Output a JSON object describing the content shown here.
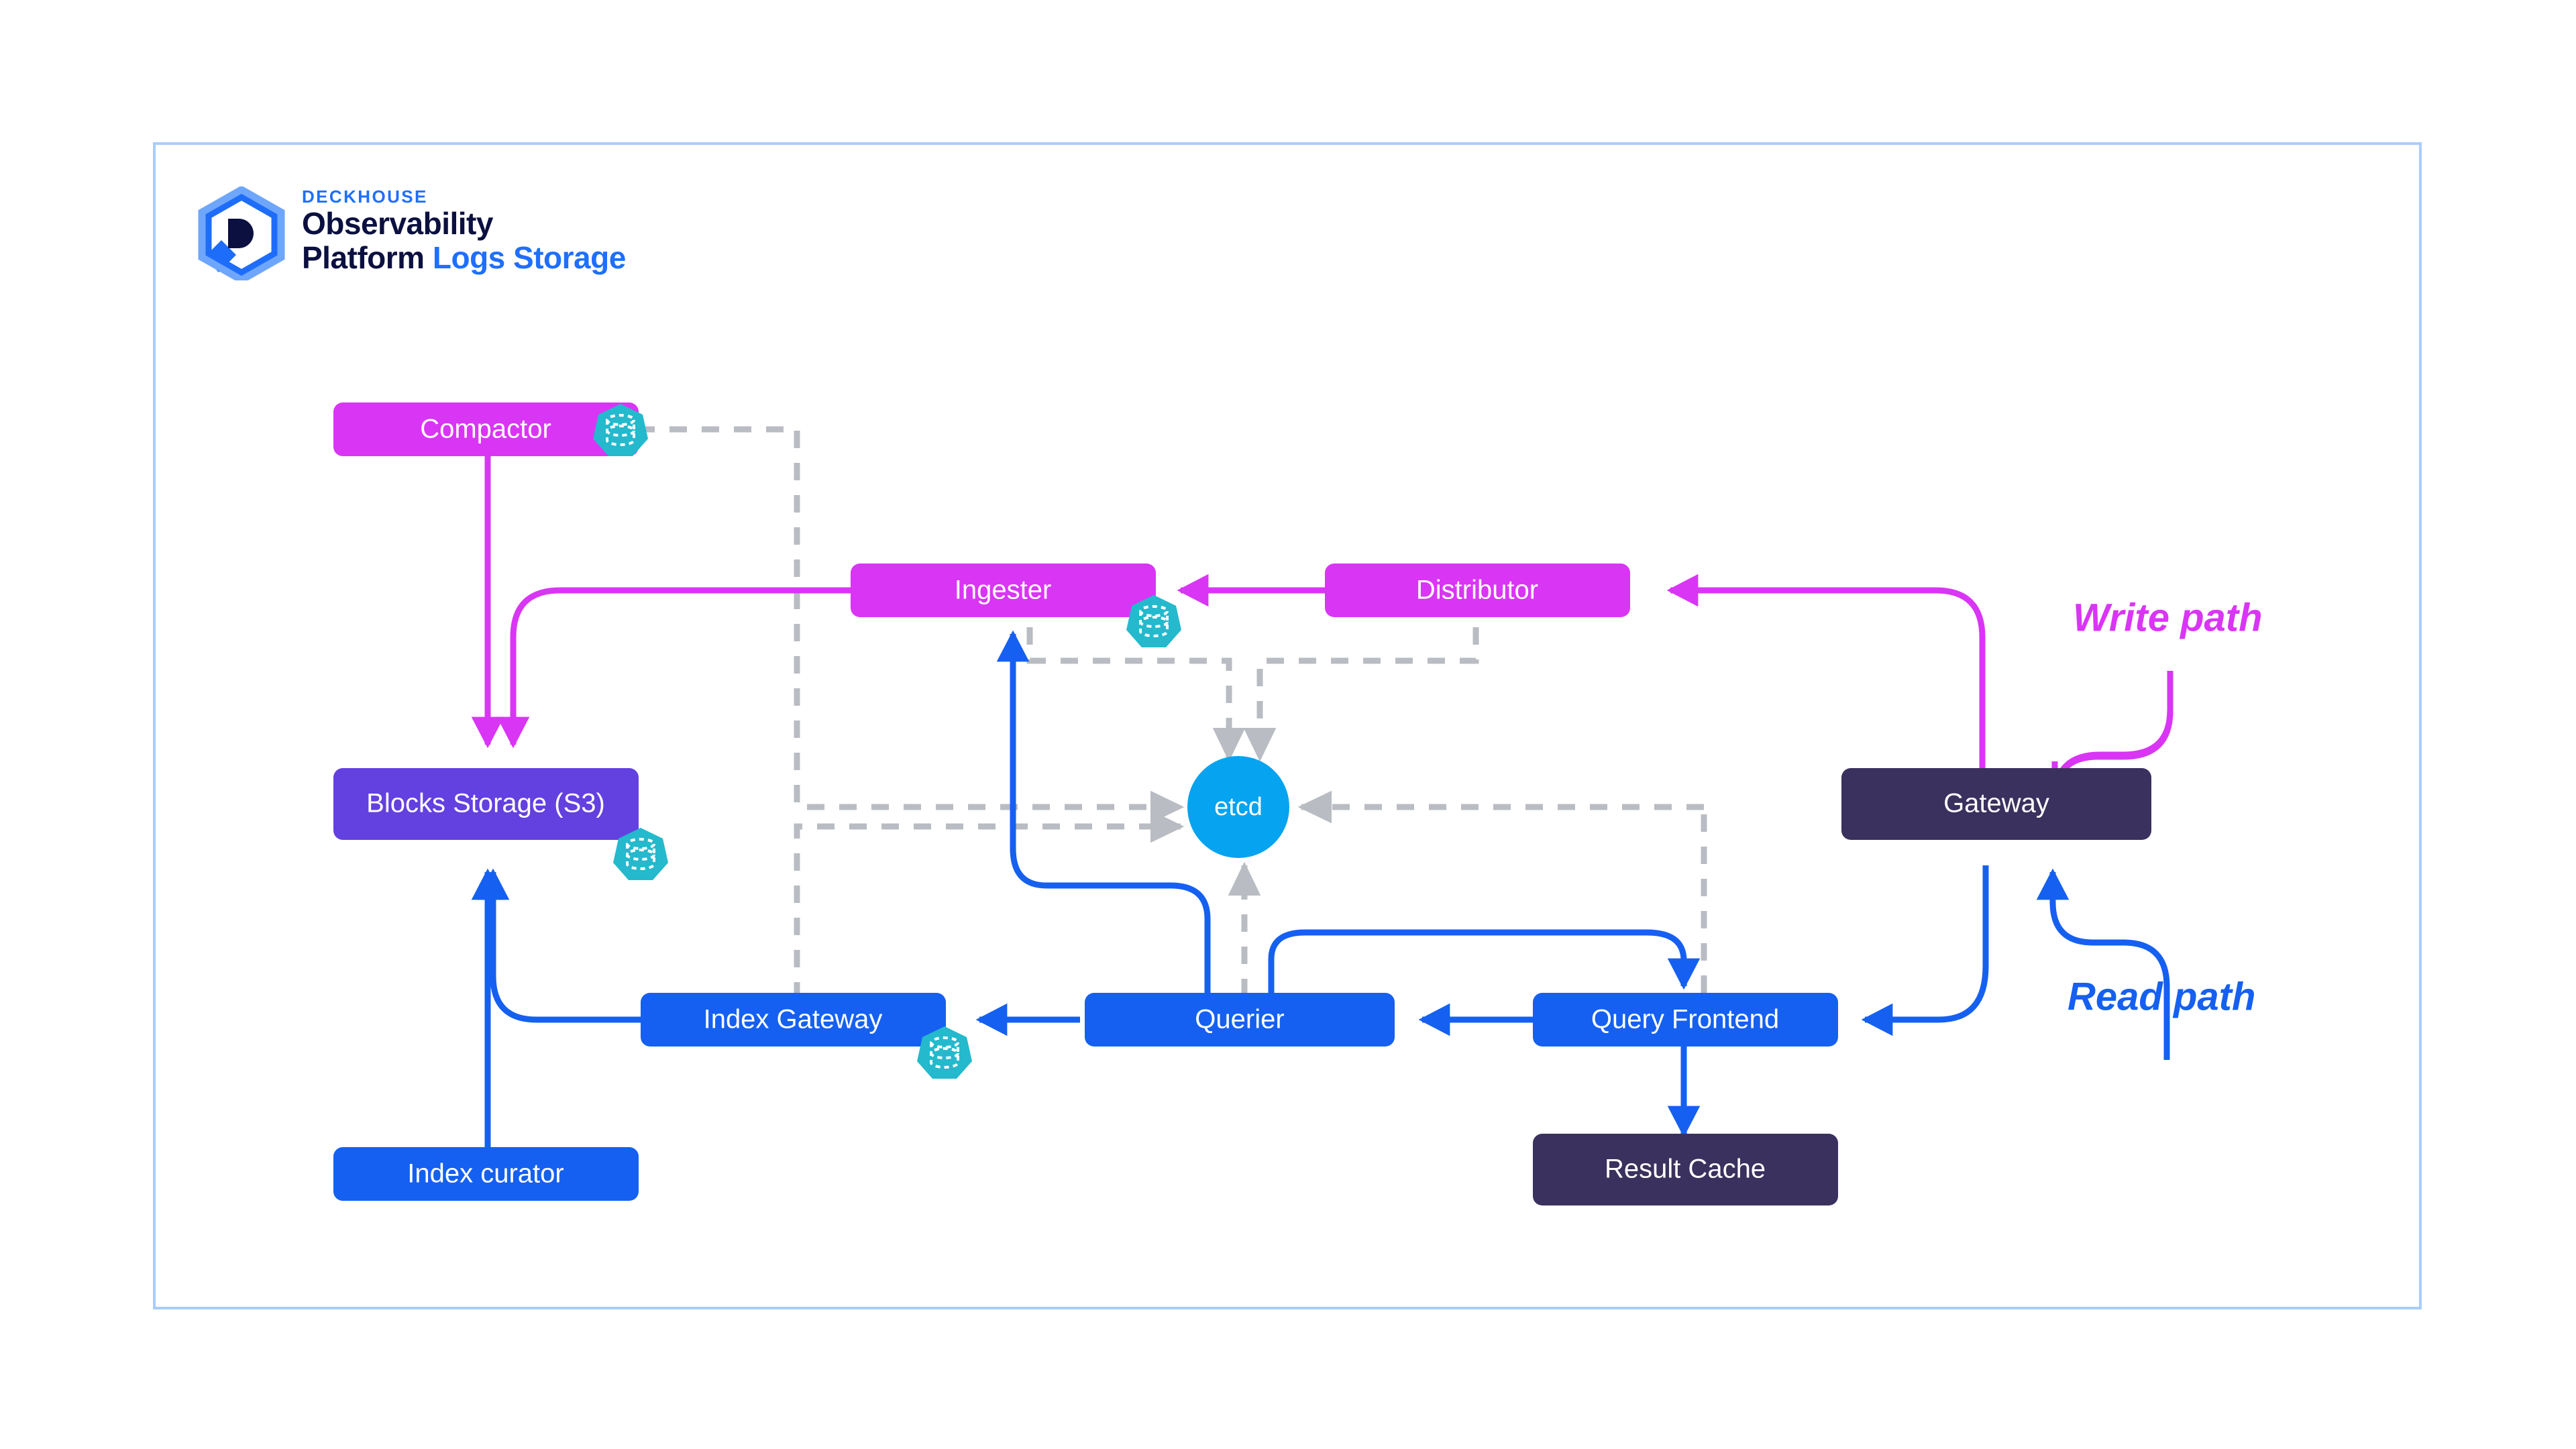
{
  "brand": {
    "kicker": "DECKHOUSE",
    "line1": "Observability",
    "line2_a": "Platform",
    "line2_b": "Logs Storage",
    "logo_icon": "deckhouse-hexagon-d-magnifier-logo",
    "accent_blue": "#1f6fff",
    "ink": "#0b1040"
  },
  "frame": {
    "border_color": "#a9cdfb"
  },
  "legend": [
    {
      "id": "write",
      "label": "Write path",
      "color": "#d935f5"
    },
    {
      "id": "read",
      "label": "Read path",
      "color": "#1560f0"
    }
  ],
  "nodes": [
    {
      "id": "compactor",
      "label": "Compactor",
      "color": "#d935f5",
      "badge": "k8s-statefulset-icon"
    },
    {
      "id": "ingester",
      "label": "Ingester",
      "color": "#d935f5",
      "badge": "k8s-statefulset-icon"
    },
    {
      "id": "distributor",
      "label": "Distributor",
      "color": "#d935f5",
      "badge": null
    },
    {
      "id": "gateway",
      "label": "Gateway",
      "color": "#3a315e",
      "badge": null
    },
    {
      "id": "blocks-storage",
      "label": "Blocks Storage (S3)",
      "color": "#6340e0",
      "badge": "k8s-statefulset-icon"
    },
    {
      "id": "etcd",
      "label": "etcd",
      "color": "#06a3f0",
      "badge": null
    },
    {
      "id": "index-gateway",
      "label": "Index Gateway",
      "color": "#1560f0",
      "badge": "k8s-statefulset-icon"
    },
    {
      "id": "querier",
      "label": "Querier",
      "color": "#1560f0",
      "badge": null
    },
    {
      "id": "query-frontend",
      "label": "Query Frontend",
      "color": "#1560f0",
      "badge": null
    },
    {
      "id": "index-curator",
      "label": "Index curator",
      "color": "#1560f0",
      "badge": null
    },
    {
      "id": "result-cache",
      "label": "Result Cache",
      "color": "#3a315e",
      "badge": null
    }
  ],
  "edges": [
    {
      "from": "gateway",
      "to": "distributor",
      "style": "solid-magenta"
    },
    {
      "from": "distributor",
      "to": "ingester",
      "style": "solid-magenta"
    },
    {
      "from": "ingester",
      "to": "blocks-storage",
      "style": "solid-magenta"
    },
    {
      "from": "compactor",
      "to": "blocks-storage",
      "style": "solid-magenta"
    },
    {
      "from": "gateway",
      "to": "query-frontend",
      "style": "solid-blue"
    },
    {
      "from": "query-frontend",
      "to": "querier",
      "style": "solid-blue"
    },
    {
      "from": "query-frontend",
      "to": "result-cache",
      "style": "solid-blue"
    },
    {
      "from": "querier",
      "to": "index-gateway",
      "style": "solid-blue"
    },
    {
      "from": "querier",
      "to": "ingester",
      "style": "solid-blue"
    },
    {
      "from": "querier",
      "to": "query-frontend",
      "style": "solid-blue"
    },
    {
      "from": "index-gateway",
      "to": "blocks-storage",
      "style": "solid-blue"
    },
    {
      "from": "index-curator",
      "to": "blocks-storage",
      "style": "solid-blue"
    },
    {
      "from": "compactor",
      "to": "etcd",
      "style": "dashed-gray"
    },
    {
      "from": "ingester",
      "to": "etcd",
      "style": "dashed-gray"
    },
    {
      "from": "distributor",
      "to": "etcd",
      "style": "dashed-gray"
    },
    {
      "from": "gateway",
      "to": "etcd",
      "style": "dashed-gray"
    },
    {
      "from": "index-gateway",
      "to": "etcd",
      "style": "dashed-gray"
    },
    {
      "from": "querier",
      "to": "etcd",
      "style": "dashed-gray"
    }
  ],
  "colors": {
    "magenta": "#d935f5",
    "blue": "#1560f0",
    "violet": "#6340e0",
    "dark": "#3a315e",
    "cyan": "#06a3f0",
    "teal_badge": "#24b9cc",
    "dashed_gray": "#b9bcc2",
    "white": "#ffffff"
  }
}
